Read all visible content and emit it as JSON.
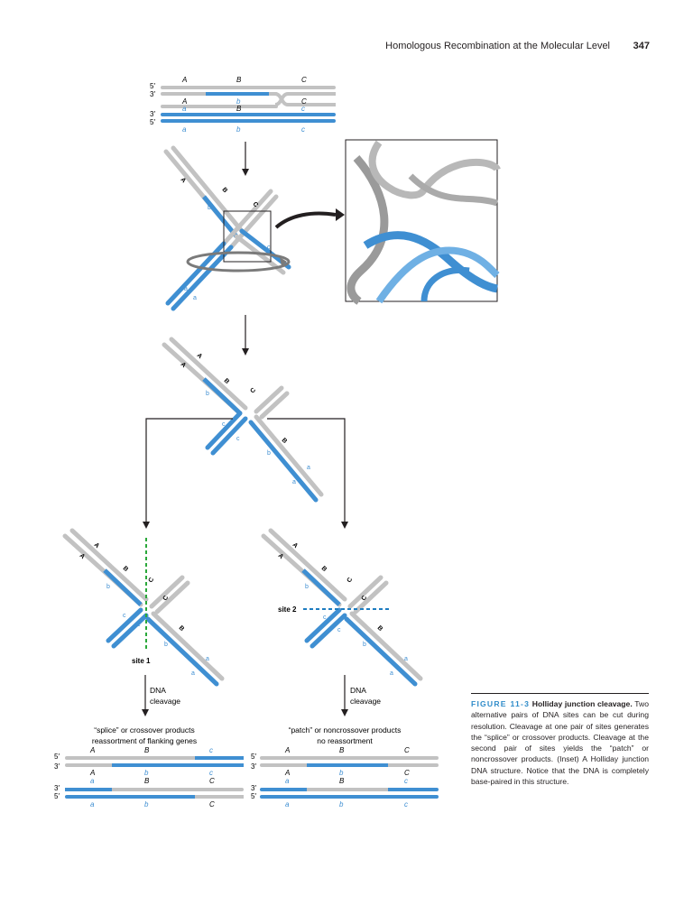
{
  "header": {
    "running_title": "Homologous Recombination at the Molecular Level",
    "page_number": "347"
  },
  "colors": {
    "gray_strand": "#c2c2c2",
    "blue_strand": "#3f8fd2",
    "green_dash": "#2aa83a",
    "blue_dash": "#1d7cc0",
    "caption_accent": "#2e8bc9"
  },
  "labels": {
    "five_prime": "5′",
    "three_prime": "3′",
    "upper_A": "A",
    "upper_B": "B",
    "upper_C": "C",
    "lower_a": "a",
    "lower_b": "b",
    "lower_c": "c",
    "site1": "site 1",
    "site2": "site 2",
    "dna_cleavage_line1": "DNA",
    "dna_cleavage_line2": "cleavage"
  },
  "products": {
    "splice_line1": "“splice” or crossover products",
    "splice_line2": "reassortment of flanking genes",
    "patch_line1": "“patch” or noncrossover products",
    "patch_line2": "no reassortment"
  },
  "caption": {
    "figure_number": "FIGURE 11-3",
    "figure_title": "Holliday junction cleavage.",
    "text": "Two alternative pairs of DNA sites can be cut during resolution. Cleavage at one pair of sites generates the “splice” or crossover products. Cleavage at the second pair of sites yields the “patch” or noncrossover products. (Inset) A Holliday junction DNA structure. Notice that the DNA is completely base-paired in this structure."
  }
}
